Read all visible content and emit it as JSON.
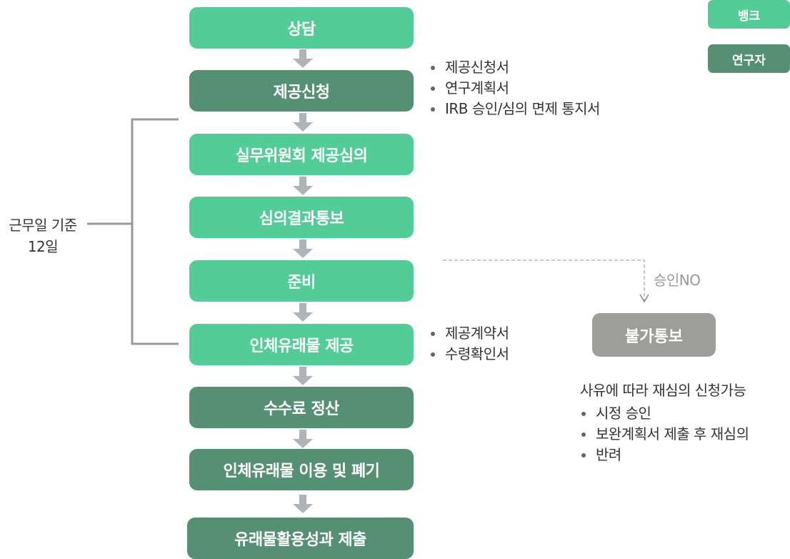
{
  "legend": {
    "bank": "뱅크",
    "researcher": "연구자"
  },
  "colors": {
    "bank": "#52cd97",
    "researcher": "#559074",
    "rejected": "#9d9d99",
    "arrow": "#b0b3b8"
  },
  "steps": [
    {
      "label": "상담",
      "actor": "bank"
    },
    {
      "label": "제공신청",
      "actor": "researcher"
    },
    {
      "label": "실무위원회 제공심의",
      "actor": "bank"
    },
    {
      "label": "심의결과통보",
      "actor": "bank"
    },
    {
      "label": "준비",
      "actor": "bank"
    },
    {
      "label": "인체유래물 제공",
      "actor": "bank"
    },
    {
      "label": "수수료 정산",
      "actor": "researcher"
    },
    {
      "label": "인체유래물 이용 및 폐기",
      "actor": "researcher"
    },
    {
      "label": "유래물활용성과 제출",
      "actor": "researcher"
    }
  ],
  "application_docs": [
    "제공신청서",
    "연구계획서",
    "IRB  승인/심의 면제 통지서"
  ],
  "provision_docs": [
    "제공계약서",
    "수령확인서"
  ],
  "duration": {
    "line1": "근무일 기준",
    "line2": "12일"
  },
  "rejection": {
    "condition": "승인NO",
    "box": "불가통보",
    "reason_title": "사유에 따라 재심의 신청가능",
    "options": [
      "시정 승인",
      "보완계획서 제출 후 재심의",
      "반려"
    ]
  }
}
